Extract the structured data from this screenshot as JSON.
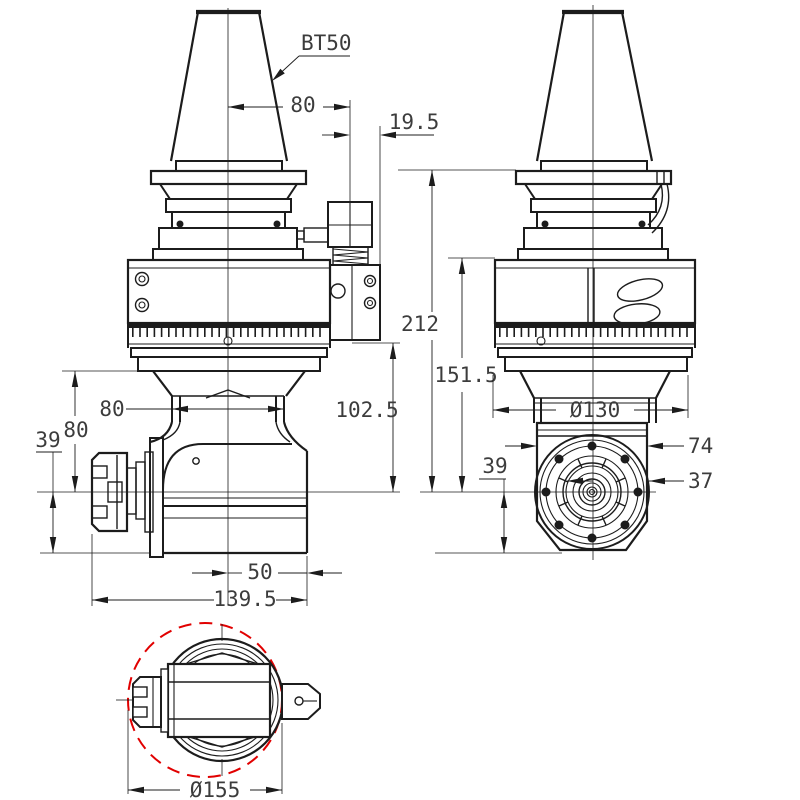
{
  "drawing": {
    "taper_label": "BT50",
    "front_view": {
      "dim_axis_to_clamp_axis": "80",
      "dim_clamp_overhang": "19.5",
      "dim_clamp_bottom_to_axis": "102.5",
      "dim_neck_width": "80",
      "dim_body_bottom_to_axis": "80",
      "dim_axis_to_bottom_face": "39",
      "dim_axis_to_output_face": "50",
      "dim_overall_length": "139.5"
    },
    "side_view": {
      "dim_flange_to_axis": "212",
      "dim_body_top_to_axis": "151.5",
      "dim_body_diameter": "Ø130",
      "dim_head_width": "74",
      "dim_spindle_boss_diameter": "37",
      "dim_axis_to_bottom_face": "39"
    },
    "bottom_view": {
      "dim_swing_diameter": "Ø155"
    },
    "colors": {
      "line": "#1c1c1c",
      "dimension_text": "#3c3c3c",
      "swing_circle": "#e10000"
    }
  }
}
